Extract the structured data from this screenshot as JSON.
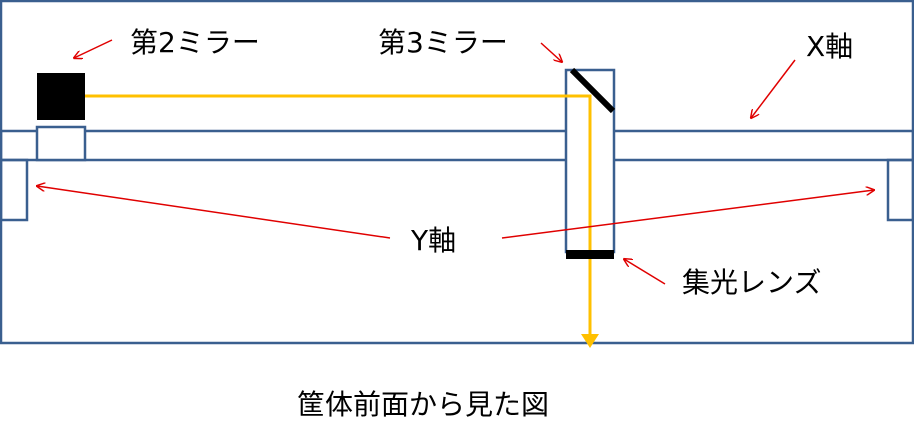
{
  "labels": {
    "mirror2": "第2ミラー",
    "mirror3": "第3ミラー",
    "x_axis": "X軸",
    "y_axis": "Y軸",
    "lens": "集光レンズ",
    "caption": "筐体前面から見た図"
  },
  "colors": {
    "frame": "#3a5f8f",
    "beam": "#ffc000",
    "pointer": "#e00000",
    "component": "#000000"
  }
}
